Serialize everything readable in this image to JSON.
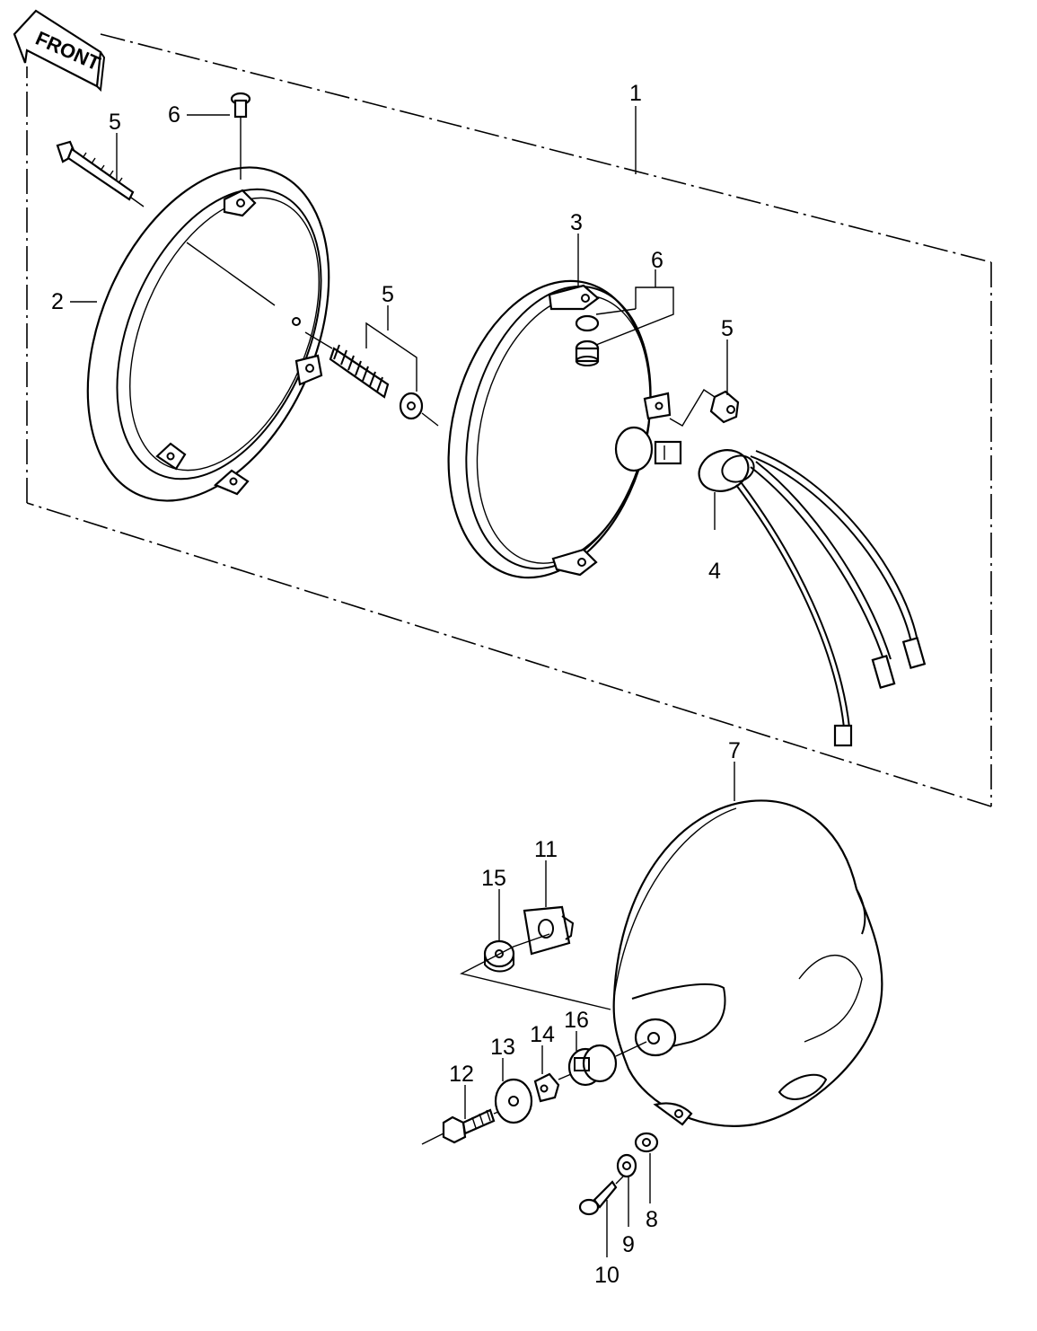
{
  "diagram": {
    "direction_tag": "FRONT",
    "callouts": {
      "c1": "1",
      "c2": "2",
      "c3": "3",
      "c4": "4",
      "c5a": "5",
      "c5b": "5",
      "c5c": "5",
      "c6a": "6",
      "c6b": "6",
      "c7": "7",
      "c8": "8",
      "c9": "9",
      "c10": "10",
      "c11": "11",
      "c12": "12",
      "c13": "13",
      "c14": "14",
      "c15": "15",
      "c16": "16"
    }
  }
}
